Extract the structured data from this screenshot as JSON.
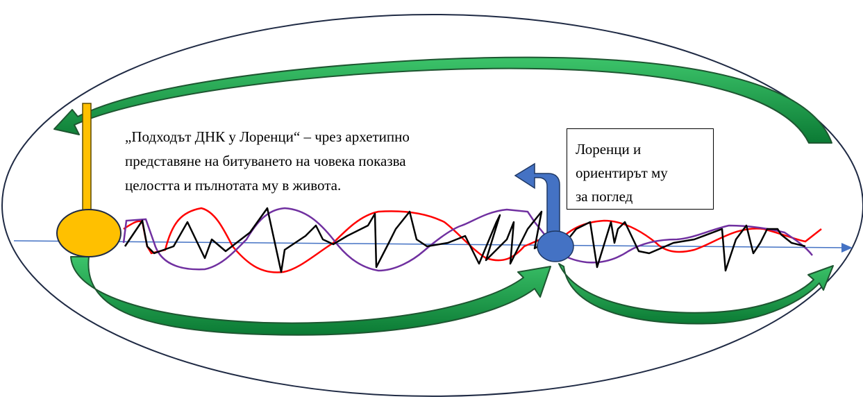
{
  "caption": {
    "lines": [
      "„Подходът ДНК у Лоренци“ –  чрез архетипно",
      "представяне на битуването на човека показва",
      "целостта и пълнотата му в живота."
    ]
  },
  "box": {
    "lines": [
      "Лоренци и",
      "ориентирът му",
      "за поглед"
    ]
  },
  "colors": {
    "ellipse": "#1f2a44",
    "axis": "#4472c4",
    "strand_red": "#ff0000",
    "strand_purple": "#7030a0",
    "zigzag": "#000000",
    "green_arrow": "#00b050",
    "green_arrow_outline": "#1e5631",
    "yellow_node": "#ffc000",
    "blue_node": "#4472c4"
  }
}
